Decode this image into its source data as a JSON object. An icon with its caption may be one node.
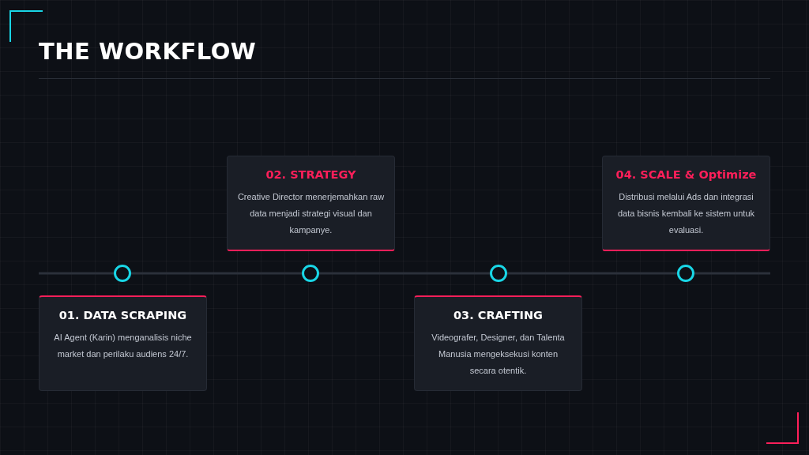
{
  "diagram": {
    "title": "THE WORKFLOW",
    "nodes": [
      {
        "text": [
          "01. DATA SCRAPING",
          "AI Agent (Karin) menganalisis niche market dan perilaku audiens 24/7."
        ]
      },
      {
        "text": [
          "02. STRATEGY",
          "Creative Director menerjemahkan raw data menjadi strategi visual dan kampanye."
        ]
      },
      {
        "text": [
          "03. CRAFTING",
          "Videografer, Designer, dan Talenta Manusia mengeksekusi konten secara otentik."
        ]
      },
      {
        "text": [
          "04. SCALE & Optimize",
          "Distribusi melalui Ads dan integrasi data bisnis kembali ke sistem untuk evaluasi."
        ]
      },
      {
        "text": [],
        "shape": "circle"
      },
      {
        "text": [],
        "shape": "circle"
      },
      {
        "text": [],
        "shape": "circle"
      },
      {
        "text": [],
        "shape": "circle"
      }
    ],
    "edges": [
      {
        "from": null,
        "to": 4,
        "arrow": "none"
      },
      {
        "from": 4,
        "to": 5,
        "arrow": "none"
      },
      {
        "from": 5,
        "to": 6,
        "arrow": "none"
      },
      {
        "from": 6,
        "to": 7,
        "arrow": "none"
      },
      {
        "from": 7,
        "to": null,
        "arrow": "none"
      }
    ]
  }
}
